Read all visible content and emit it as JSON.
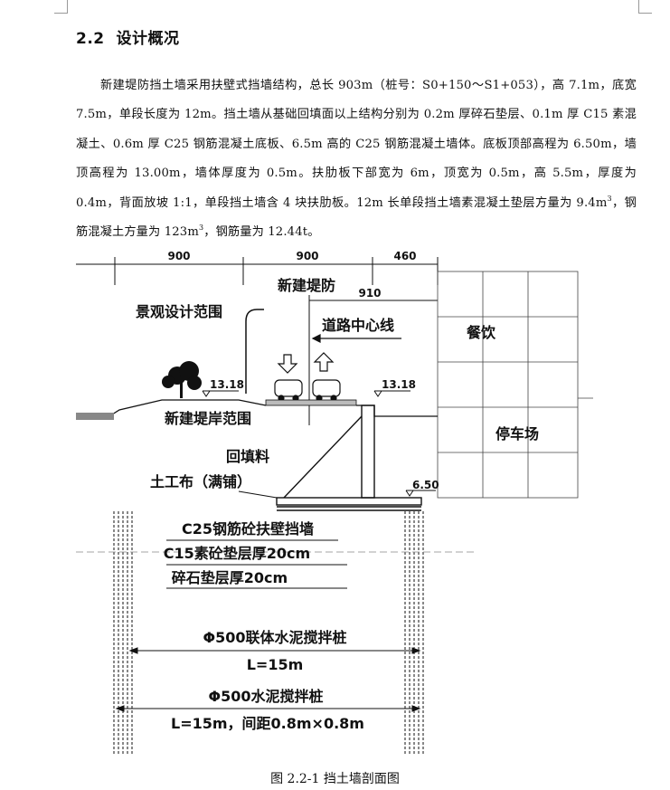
{
  "section": {
    "number": "2.2",
    "title": "设计概况"
  },
  "paragraph": {
    "p1": "新建堤防挡土墙采用扶壁式挡墙结构，总长 903m（桩号：S0+150～S1+053），高 7.1m，底宽 7.5m，单段长度为 12m。挡土墙从基础回填面以上结构分别为 0.2m 厚碎石垫层、0.1m 厚 C15 素混凝土、0.6m 厚 C25 钢筋混凝土底板、6.5m 高的 C25 钢筋混凝土墙体。底板顶部高程为 6.50m，墙顶高程为 13.00m，墙体厚度为 0.5m。扶肋板下部宽为 6m，顶宽为 0.5m，高 5.5m，厚度为 0.4m，背面放坡 1:1，单段挡土墙含 4 块扶肋板。12m 长单段挡土墙素混凝土垫层方量为 9.4m",
    "sup1": "3",
    "p2": "，钢筋混凝土方量为 123m",
    "sup2": "3",
    "p3": "，钢筋量为 12.44t。"
  },
  "figure": {
    "dims": {
      "d1": "900",
      "d2": "900",
      "d3": "460",
      "d4": "910"
    },
    "labels": {
      "landscape": "景观设计范围",
      "new_levee": "新建堤防",
      "road_center": "道路中心线",
      "restaurant": "餐饮",
      "parking": "停车场",
      "new_bank": "新建堤岸范围",
      "backfill": "回填料",
      "geotextile": "土工布（满铺）",
      "wall": "C25钢筋砼扶壁挡墙",
      "c15": "C15素砼垫层厚20cm",
      "gravel": "碎石垫层厚20cm",
      "pile1": "Φ500联体水泥搅拌桩",
      "pile1_len": "L=15m",
      "pile2": "Φ500水泥搅拌桩",
      "pile2_len": "L=15m，间距0.8m×0.8m",
      "elev_left": "13.18",
      "elev_right": "13.18",
      "elev_base": "6.50"
    }
  },
  "caption": "图 2.2-1 挡土墙剖面图"
}
